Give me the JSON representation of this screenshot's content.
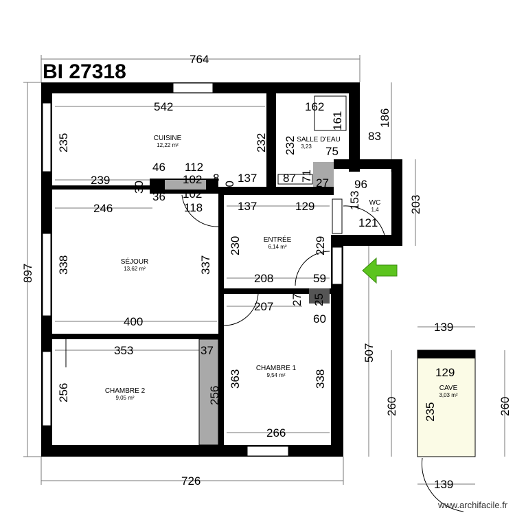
{
  "title": "BI 27318",
  "watermark": "www.archifacile.fr",
  "colors": {
    "wall": "#000000",
    "cave_fill": "#fbfbe6",
    "arrow": "#5cc41e",
    "grey_block": "#a9a9a9"
  },
  "rooms": [
    {
      "name": "CUISINE",
      "area": "12,22 m²"
    },
    {
      "name": "SALLE D'EAU",
      "area": "3,23"
    },
    {
      "name": "WC",
      "area": "1,4"
    },
    {
      "name": "ENTRÉE",
      "area": "6,14 m²"
    },
    {
      "name": "SÉJOUR",
      "area": "13,62 m²"
    },
    {
      "name": "CHAMBRE 1",
      "area": "9,54 m²"
    },
    {
      "name": "CHAMBRE 2",
      "area": "9,05 m²"
    },
    {
      "name": "CAVE",
      "area": "3,03 m²"
    }
  ],
  "dims": [
    "764",
    "897",
    "726",
    "507",
    "542",
    "235",
    "232",
    "232",
    "162",
    "161",
    "75",
    "83",
    "186",
    "203",
    "46",
    "112",
    "102",
    "102",
    "118",
    "239",
    "246",
    "137",
    "137",
    "129",
    "87",
    "71",
    "27",
    "96",
    "153",
    "121",
    "230",
    "229",
    "338",
    "337",
    "208",
    "59",
    "207",
    "27",
    "25",
    "60",
    "400",
    "353",
    "37",
    "256",
    "256",
    "363",
    "338",
    "266",
    "30",
    "30",
    "36",
    "8",
    "139",
    "129",
    "260",
    "260",
    "235",
    "139"
  ],
  "entrance_arrow": "arrow-left-icon"
}
